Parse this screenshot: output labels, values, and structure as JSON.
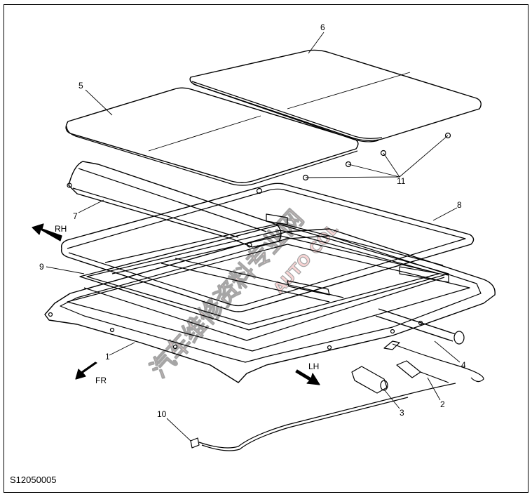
{
  "figure_code": "S12050005",
  "callouts": {
    "c1": "1",
    "c2": "2",
    "c3": "3",
    "c4": "4",
    "c5": "5",
    "c6": "6",
    "c7": "7",
    "c8": "8",
    "c9": "9",
    "c10": "10",
    "c11": "11"
  },
  "directions": {
    "rh": "RH",
    "fr": "FR",
    "lh": "LH"
  },
  "watermark": {
    "cn": "汽车维修资料专业网",
    "en": "AUTO COL"
  },
  "colors": {
    "line": "#000000",
    "watermark": "#e88888"
  }
}
